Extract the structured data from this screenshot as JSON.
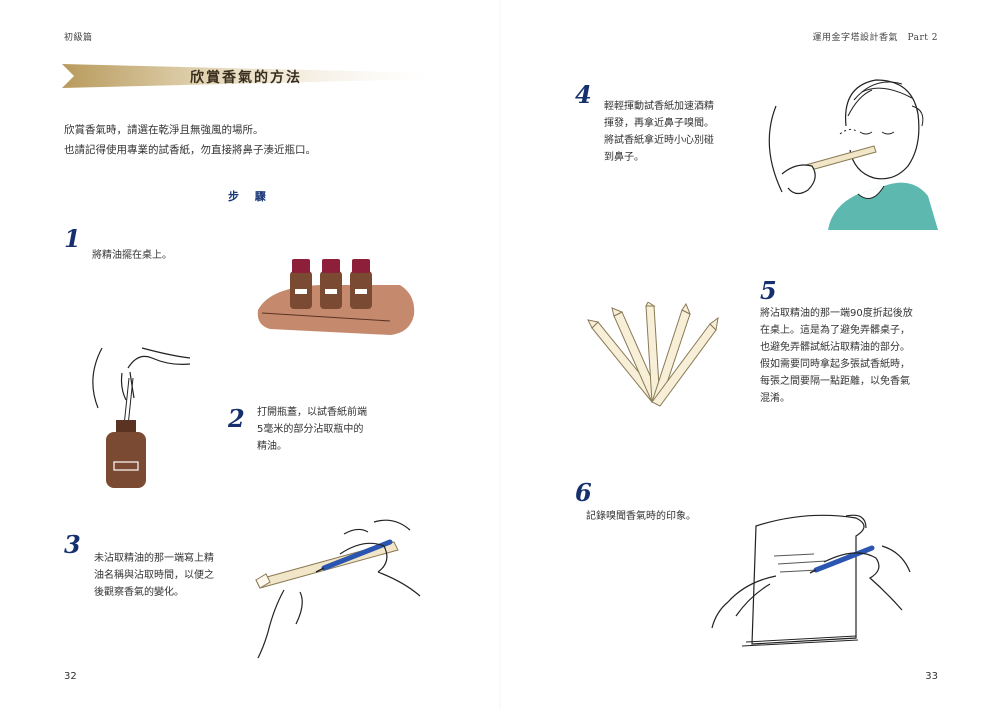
{
  "running_head": {
    "left": "初級篇",
    "right": "運用金字塔設計香氣　Part 2"
  },
  "title": "欣賞香氣的方法",
  "intro_lines": [
    "欣賞香氣時，請選在乾淨且無強風的場所。",
    "也請記得使用專業的試香紙，勿直接將鼻子湊近瓶口。"
  ],
  "steps_heading": "步 驟",
  "steps": [
    {
      "num": "1",
      "lines": [
        "將精油擺在桌上。"
      ]
    },
    {
      "num": "2",
      "lines": [
        "打開瓶蓋，以試香紙前端",
        "5毫米的部分沾取瓶中的",
        "精油。"
      ]
    },
    {
      "num": "3",
      "lines": [
        "未沾取精油的那一端寫上精",
        "油名稱與沾取時間，以便之",
        "後觀察香氣的變化。"
      ]
    },
    {
      "num": "4",
      "lines": [
        "輕輕揮動試香紙加速酒精",
        "揮發，再拿近鼻子嗅聞。",
        "將試香紙拿近時小心別碰",
        "到鼻子。"
      ]
    },
    {
      "num": "5",
      "lines": [
        "將沾取精油的那一端90度折起後放",
        "在桌上。這是為了避免弄髒桌子，",
        "也避免弄髒試紙沾取精油的部分。",
        "假如需要同時拿起多張試香紙時，",
        "每張之間要隔一點距離，以免香氣",
        "混淆。"
      ]
    },
    {
      "num": "6",
      "lines": [
        "記錄嗅聞香氣時的印象。"
      ]
    }
  ],
  "page_numbers": {
    "left": "32",
    "right": "33"
  },
  "colors": {
    "step_number": "#16306e",
    "bottle_brown": "#7a4a32",
    "cap_red": "#8e1f3a",
    "tray": "#c58a6e",
    "pen_blue": "#2a55b0",
    "sweater": "#5db8b0",
    "banner_gold": "#c9b27a"
  }
}
